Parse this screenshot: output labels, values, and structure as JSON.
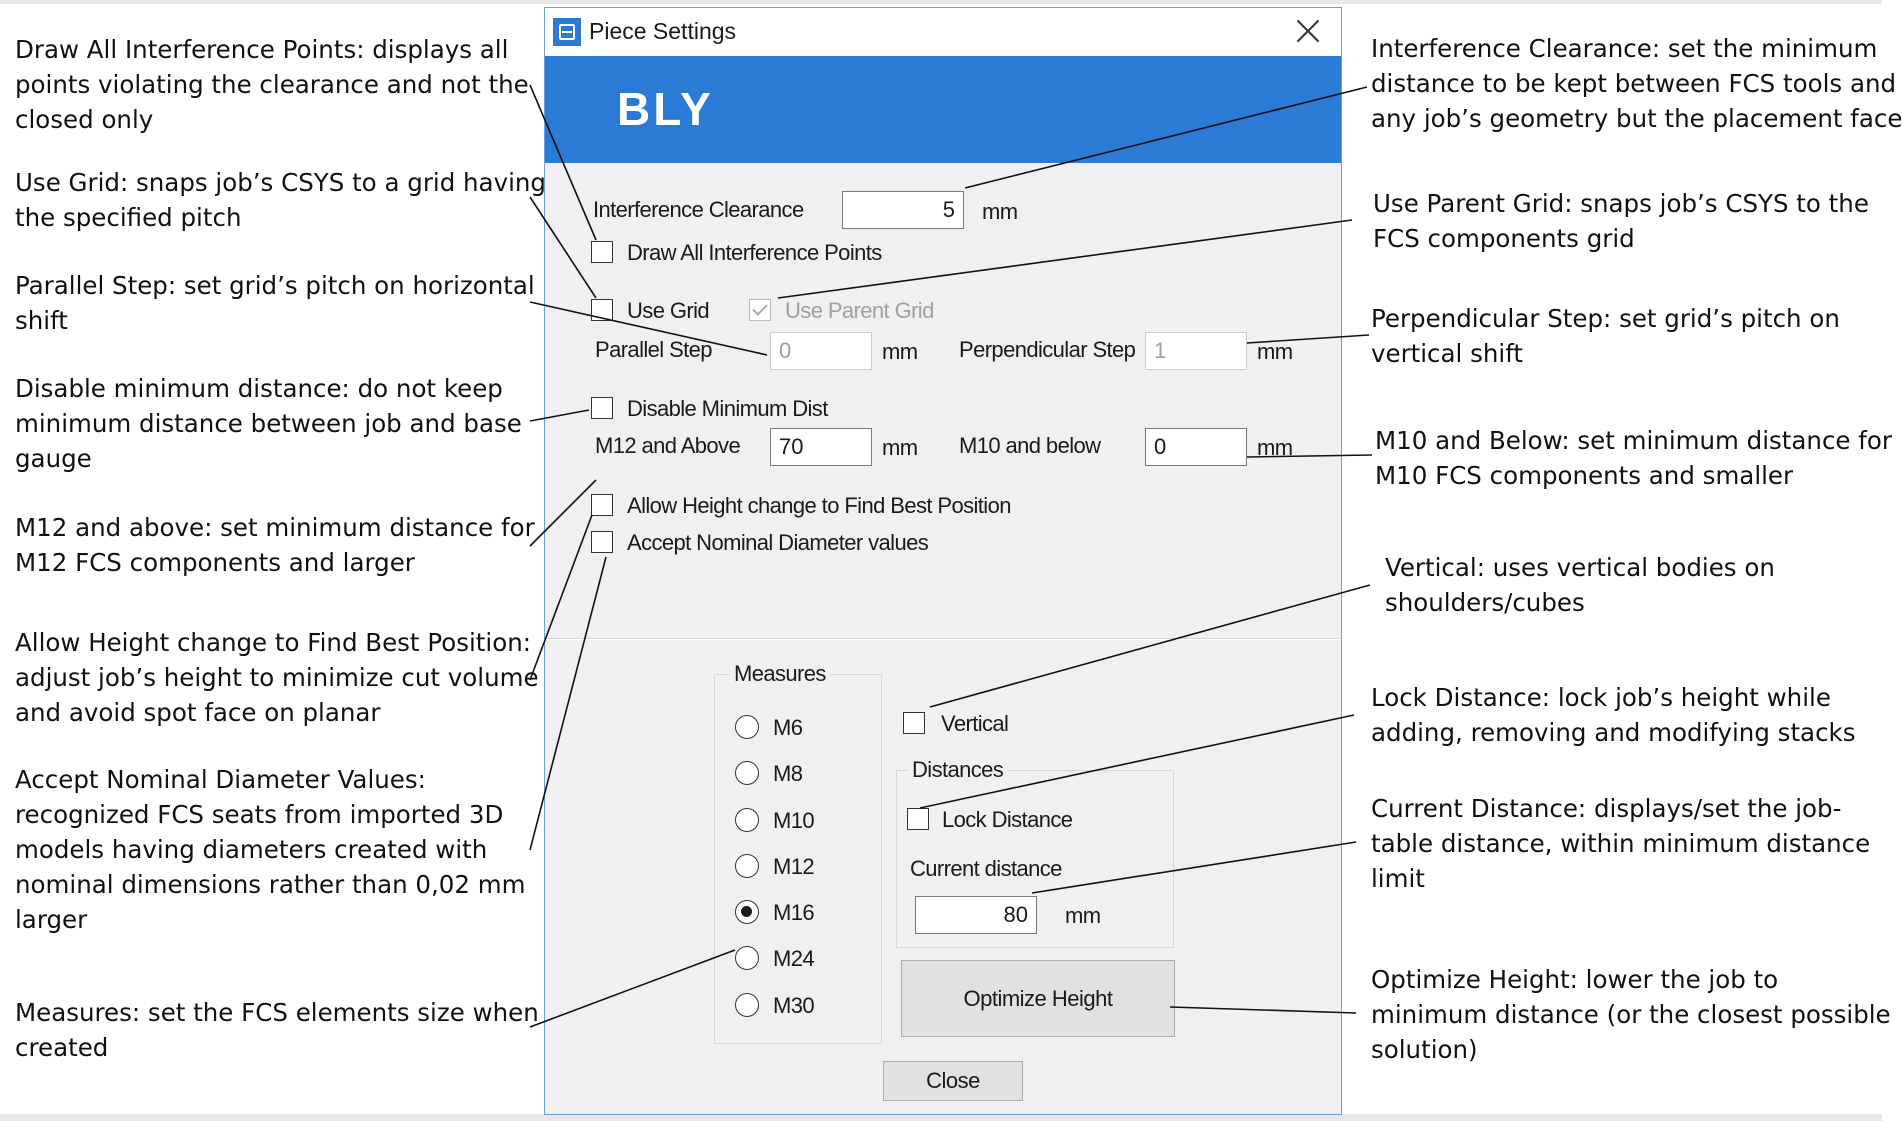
{
  "window": {
    "title": "Piece Settings",
    "logo": "BLY"
  },
  "form": {
    "interference_clearance": {
      "label": "Interference Clearance",
      "value": "5",
      "unit": "mm"
    },
    "draw_all_points": {
      "label": "Draw All Interference Points",
      "checked": false
    },
    "use_grid": {
      "label": "Use Grid",
      "checked": false
    },
    "use_parent_grid": {
      "label": "Use Parent Grid",
      "checked": true,
      "enabled": false
    },
    "parallel_step": {
      "label": "Parallel Step",
      "value": "0",
      "unit": "mm"
    },
    "perpendicular_step": {
      "label": "Perpendicular Step",
      "value": "1",
      "unit": "mm"
    },
    "disable_min_dist": {
      "label": "Disable Minimum Dist",
      "checked": false
    },
    "m12_above": {
      "label": "M12 and Above",
      "value": "70",
      "unit": "mm"
    },
    "m10_below": {
      "label": "M10 and below",
      "value": "0",
      "unit": "mm"
    },
    "allow_height_change": {
      "label": "Allow Height change to Find Best Position",
      "checked": false
    },
    "accept_nominal": {
      "label": "Accept Nominal Diameter values",
      "checked": false
    }
  },
  "measures": {
    "label": "Measures",
    "options": [
      "M6",
      "M8",
      "M10",
      "M12",
      "M16",
      "M24",
      "M30"
    ],
    "selected": "M16"
  },
  "vertical": {
    "label": "Vertical",
    "checked": false
  },
  "distances": {
    "label": "Distances",
    "lock_distance": {
      "label": "Lock Distance",
      "checked": false
    },
    "current_distance": {
      "label": "Current distance",
      "value": "80",
      "unit": "mm"
    }
  },
  "buttons": {
    "optimize_height": "Optimize Height",
    "close": "Close"
  },
  "annotations": {
    "left": [
      [
        "Draw All Interference Points: displays all",
        "points violating the clearance and not the",
        "closed only"
      ],
      [
        "Use Grid: snaps job’s CSYS to a grid having",
        "the specified pitch"
      ],
      [
        "Parallel Step: set grid’s pitch on horizontal",
        "shift"
      ],
      [
        "Disable minimum distance: do not keep",
        "minimum distance between job and base",
        "gauge"
      ],
      [
        "M12 and above: set minimum distance for",
        "M12 FCS components and larger"
      ],
      [
        "Allow Height change to Find Best Position:",
        "adjust job’s height to minimize cut volume",
        "and avoid spot face on planar"
      ],
      [
        "Accept Nominal Diameter Values:",
        "recognized FCS seats from imported 3D",
        "models having diameters created with",
        "nominal dimensions rather than 0,02 mm",
        "larger"
      ],
      [
        "Measures: set the FCS elements size when",
        "created"
      ]
    ],
    "right": [
      [
        "Interference Clearance: set the minimum",
        "distance to be kept between FCS tools and",
        "any job’s geometry but the placement face"
      ],
      [
        "Use Parent Grid: snaps job’s CSYS to the",
        "FCS components grid"
      ],
      [
        "Perpendicular Step: set grid’s pitch on",
        "vertical shift"
      ],
      [
        "M10 and Below: set minimum distance for",
        "M10 FCS components and smaller"
      ],
      [
        "Vertical: uses vertical bodies on",
        "shoulders/cubes"
      ],
      [
        "Lock Distance: lock job’s height while",
        "adding, removing and modifying stacks"
      ],
      [
        "Current Distance: displays/set the job-",
        "table distance, within minimum distance",
        "limit"
      ],
      [
        "Optimize Height: lower the job to",
        "minimum distance (or the closest possible",
        "solution)"
      ]
    ]
  }
}
